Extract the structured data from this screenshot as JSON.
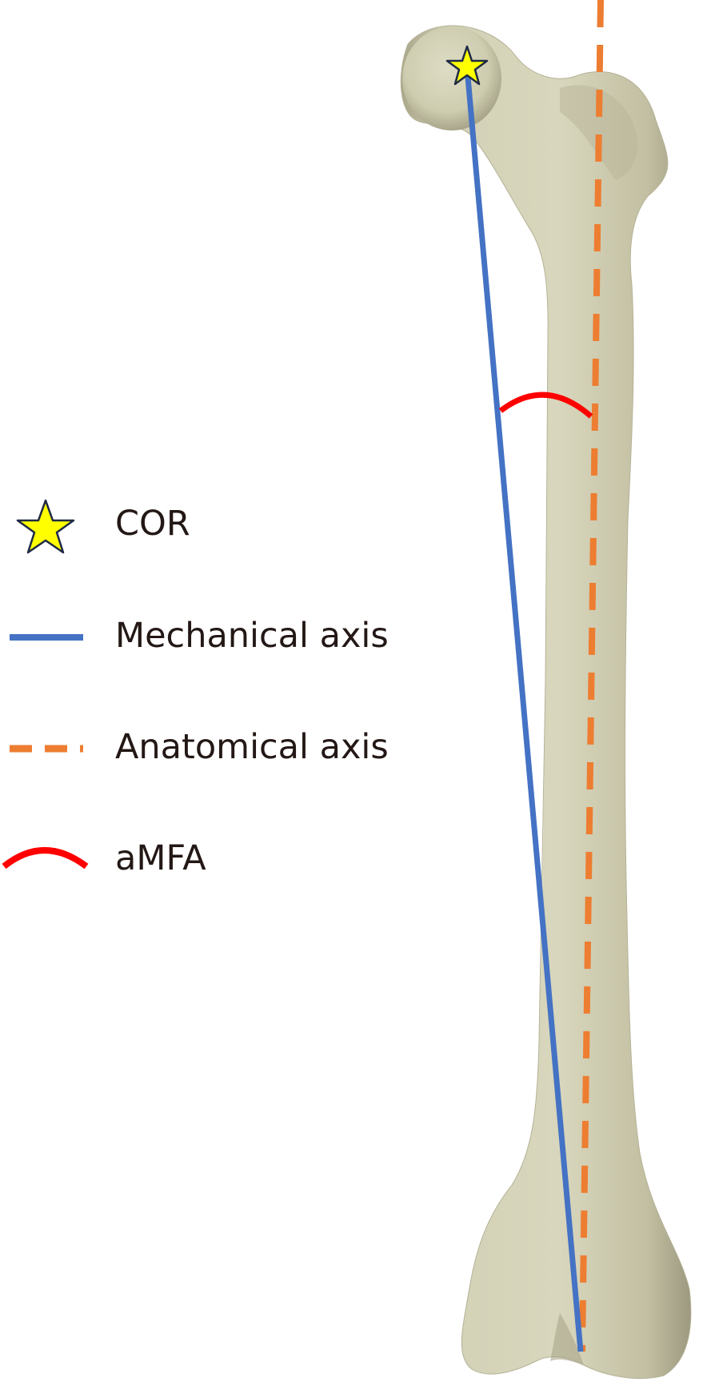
{
  "legend": {
    "cor_label": "COR",
    "mechanical_axis_label": "Mechanical axis",
    "anatomical_axis_label": "Anatomical axis",
    "amfa_label": "aMFA"
  },
  "colors": {
    "mechanical_axis": "#4472c4",
    "anatomical_axis": "#ed7d31",
    "amfa_arc": "#ff0000",
    "cor_star_fill": "#ffff00",
    "cor_star_stroke": "#1f2a44",
    "bone_fill": "#cfcdb0",
    "bone_shadow": "#a9a68a",
    "text": "#231815"
  },
  "icons": {
    "cor": "star-icon",
    "mechanical_axis": "solid-line-icon",
    "anatomical_axis": "dashed-line-icon",
    "amfa": "arc-icon"
  }
}
